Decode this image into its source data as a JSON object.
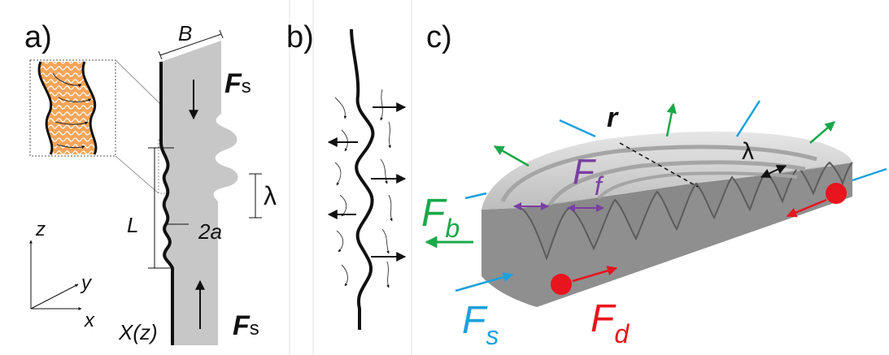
{
  "colors": {
    "sheet_gray": "#c7c7c7",
    "friction_purple": "#7a3fa0",
    "bending_green": "#1aa84a",
    "tension_blue": "#1da1dc",
    "drag_red": "#e8141e",
    "fiber_orange": "#f6a65a"
  },
  "panels": {
    "a": {
      "label": "a)",
      "width_label": "B",
      "force_top": {
        "symbol": "F",
        "sub": "s"
      },
      "force_bottom": {
        "symbol": "F",
        "sub": "s"
      },
      "wavelength_label": "λ",
      "length_label": "L",
      "amplitude_label": "2a",
      "profile_label": "X(z)",
      "axes": {
        "x": "x",
        "y": "y",
        "z": "z"
      }
    },
    "b": {
      "label": "b)"
    },
    "c": {
      "label": "c)",
      "radius_label": "r",
      "wavelength_label": "λ",
      "friction": {
        "symbol": "F",
        "sub": "f"
      },
      "bending": {
        "symbol": "F",
        "sub": "b"
      },
      "tension": {
        "symbol": "F",
        "sub": "s"
      },
      "drag": {
        "symbol": "F",
        "sub": "d"
      }
    }
  }
}
